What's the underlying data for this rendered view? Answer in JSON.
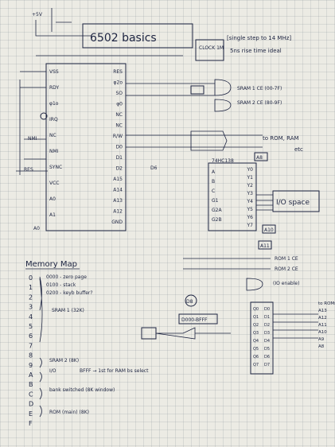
{
  "title": "6502 basics",
  "note": [
    "[single step to 14 MHz]",
    "5ns rise time ideal"
  ],
  "clock": "CLOCK 1M",
  "sram_lines": [
    "SRAM 1 CE (00-7F)",
    "SRAM 2 CE (80-9F)"
  ],
  "rom_ram_label": [
    "to ROM, RAM",
    "etc"
  ],
  "decoder": {
    "chip": "74HC138",
    "outputs": [
      "Y0",
      "Y1",
      "Y2",
      "Y3",
      "Y4",
      "Y5",
      "Y6",
      "Y7"
    ],
    "inputs": [
      "A",
      "B",
      "C",
      "G1",
      "G2A",
      "G2B"
    ]
  },
  "io_label": "I/O space",
  "lower_signals": [
    "ROM 1 CE",
    "ROM 2 CE",
    "(IO enable)"
  ],
  "mid_labels": {
    "d8": "D8",
    "range": "D000-BFFF",
    "a8": "A8",
    "a10": "A10",
    "a9": "A9",
    "a11": "A11",
    "a0": "A0",
    "d6": "D6",
    "a14": "A14",
    "a15": "A15"
  },
  "cpu_left_pins": [
    "VSS",
    "RDY",
    "φ1o",
    "IRQ",
    "NC",
    "NMI",
    "SYNC",
    "VCC",
    "A0",
    "A1"
  ],
  "cpu_right_pins": [
    "RES",
    "φ2o",
    "SO",
    "φ0",
    "NC",
    "NC",
    "R/W",
    "D0",
    "D1",
    "D2",
    "A15",
    "A14",
    "A13",
    "A12",
    "GND"
  ],
  "left_labels": {
    "plus5v": "+5V",
    "nmi": "NMI",
    "res": "RES"
  },
  "memory_map": {
    "title": "Memory Map",
    "rows": [
      "0",
      "1",
      "2",
      "3",
      "4",
      "5",
      "6",
      "7",
      "8",
      "9",
      "A",
      "B",
      "C",
      "D",
      "E",
      "F"
    ],
    "notes": [
      "0000 - zero page",
      "0100 - stack",
      "0200 - keyb buffer?",
      "SRAM 1 (32K)",
      "SRAM 2 (8K)",
      "I/O",
      "BFFF → 1st for RAM bs select",
      "bank switched (8K window)",
      "ROM (main) (8K)"
    ]
  },
  "rom_pins_right": [
    "to ROMs",
    "A13",
    "A12",
    "A11",
    "A10",
    "A9",
    "A8"
  ],
  "rom_pins_bottom": [
    "Q0",
    "Q1",
    "Q2",
    "Q3",
    "Q4",
    "Q5",
    "Q6",
    "Q7",
    "D0",
    "D1",
    "D2",
    "D3",
    "D4",
    "D5",
    "D6",
    "D7"
  ]
}
